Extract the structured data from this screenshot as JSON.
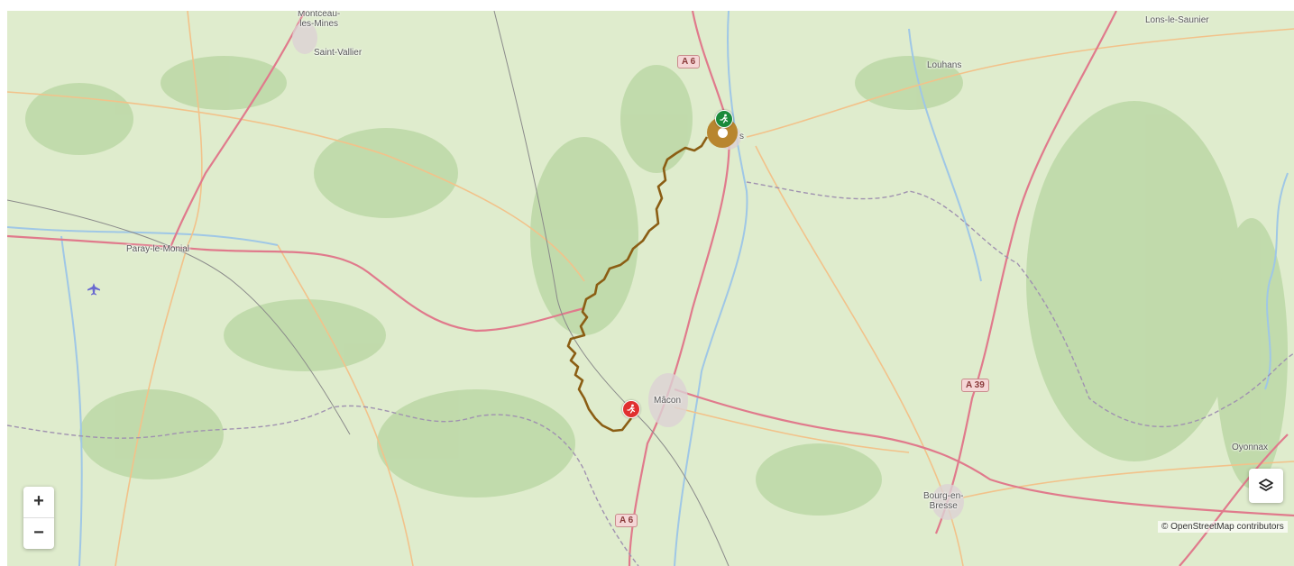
{
  "places": [
    {
      "id": "montceau",
      "label": "Montceau-\nles-Mines"
    },
    {
      "id": "saint-vallier",
      "label": "Saint-Vallier"
    },
    {
      "id": "louhans",
      "label": "Louhans"
    },
    {
      "id": "lons",
      "label": "Lons-le-Saunier"
    },
    {
      "id": "paray",
      "label": "Paray-le-Monial"
    },
    {
      "id": "macon",
      "label": "Mâcon"
    },
    {
      "id": "oyonnax",
      "label": "Oyonnax"
    },
    {
      "id": "bourg",
      "label": "Bourg-en-\nBresse"
    },
    {
      "id": "tournus-suffix",
      "label": "s"
    }
  ],
  "road_shields": [
    {
      "id": "a6-north",
      "label": "A 6"
    },
    {
      "id": "a39",
      "label": "A 39"
    },
    {
      "id": "a6-south",
      "label": "A 6"
    }
  ],
  "controls": {
    "zoom_in": "+",
    "zoom_out": "−",
    "layers_icon": "layers-icon"
  },
  "attribution": "© OpenStreetMap contributors",
  "route": {
    "color": "#8b5e14",
    "start_icon": "runner-icon",
    "start_color": "#1a8a3a",
    "end_icon": "runner-icon",
    "end_color": "#e03030",
    "waypoint_color": "#b8862f"
  },
  "colors": {
    "land": "#dfeccd",
    "forest": "#b7d4a0",
    "motorway": "#e07a8c",
    "primary": "#f4c38d",
    "river": "#9fc7e6",
    "border": "#9a8aa8"
  }
}
